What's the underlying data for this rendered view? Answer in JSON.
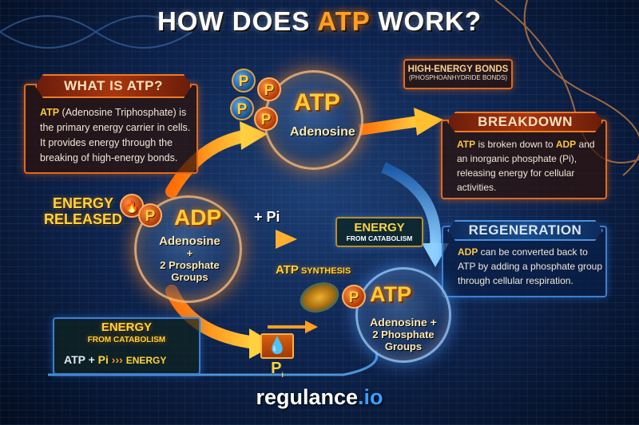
{
  "title": {
    "pre": "HOW DOES ",
    "highlight": "ATP",
    "post": " WORK?"
  },
  "what_is_atp": {
    "heading": "WHAT IS ATP?",
    "lead": "ATP",
    "body_1": " (Adenosine Triphosphate) is the primary energy carrier in cells. It provides energy through the breaking of high-energy bonds."
  },
  "high_energy_bonds": {
    "heading": "HIGH-ENERGY BONDS",
    "sub": "(PHOSPHOANHYDRIDE BONDS)"
  },
  "atp_top": {
    "label": "ATP",
    "sub": "Adenosine",
    "phosphates": [
      "P",
      "P",
      "P",
      "P"
    ]
  },
  "breakdown": {
    "heading": "BREAKDOWN",
    "b1": "ATP",
    "t1": " is broken down to ",
    "b2": "ADP",
    "t2": " and an inorganic phosphate (Pi), releasing energy for cellular activities."
  },
  "energy_released": {
    "line1": "ENERGY",
    "line2": "RELEASED",
    "ball": "P"
  },
  "adp": {
    "label": "ADP",
    "line1": "Adenosine",
    "line2": "+",
    "line3": "2 Prosphate",
    "line4": "Groups",
    "plus_pi": "+ Pi"
  },
  "energy_catabolism_mid": {
    "line1": "ENERGY",
    "line2": "FROM CATABOLISM"
  },
  "regeneration": {
    "heading": "REGENERATION",
    "b1": "ADP",
    "t1": " can be converted back to ATP by adding a phosphate group through cellular respiration."
  },
  "atp_synthesis": {
    "label_main": "ATP",
    "label_sub": " SYNTHESIS",
    "ball": "P"
  },
  "atp_bottom": {
    "label": "ATP",
    "line1": "Adenosine +",
    "line2": "2 Phosphate",
    "line3": "Groups"
  },
  "energy_catabolism_box": {
    "line1": "ENERGY",
    "line2": "FROM CATABOLISM",
    "eq_atp": "ATP +",
    "eq_pi": "Pi",
    "eq_arrow": "›››",
    "eq_energy": "ENERGY"
  },
  "pi_box": {
    "label": "P",
    "sub": "i"
  },
  "brand": {
    "main": "regulance",
    "tld": ".io"
  },
  "colors": {
    "orange": "#ff9a1f",
    "gold": "#ffcc33",
    "blue": "#3d7fd0",
    "background": "#0f2550"
  }
}
